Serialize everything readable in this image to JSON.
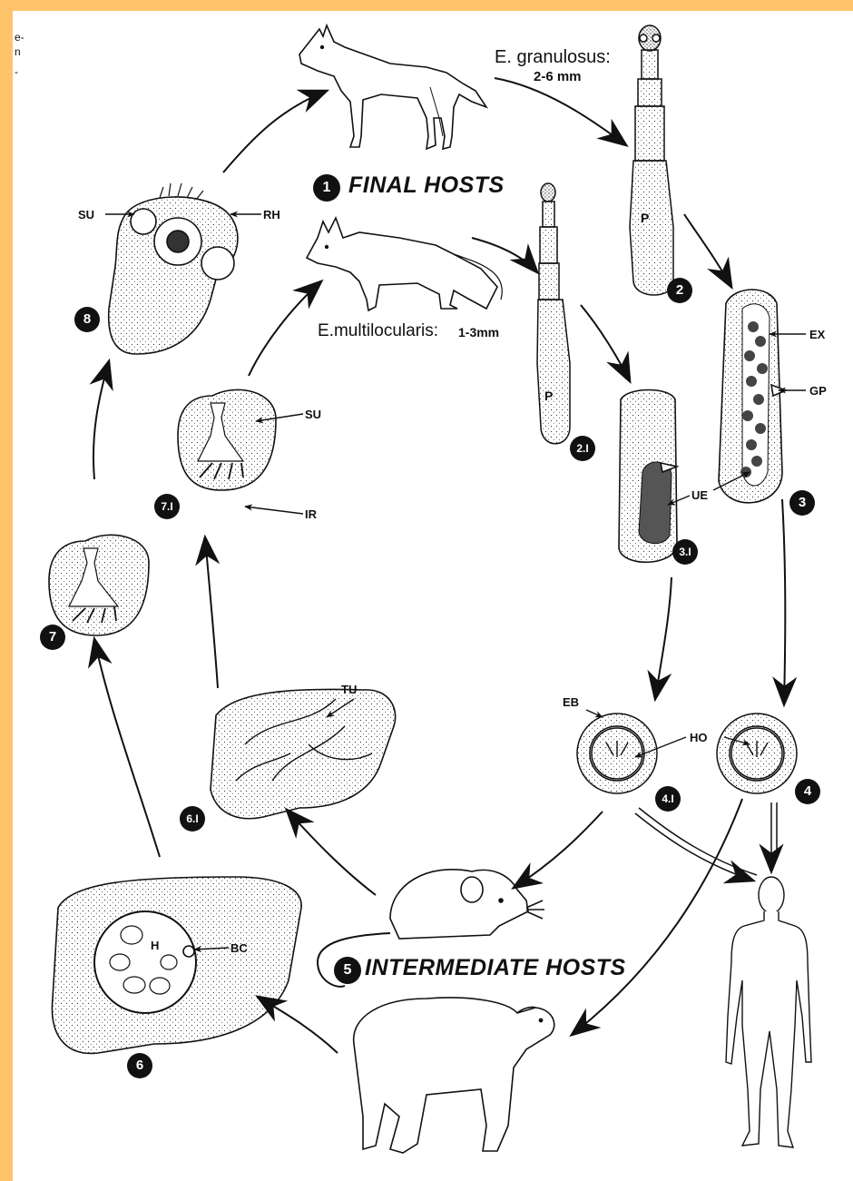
{
  "colors": {
    "border": "#ffc46b",
    "ink": "#111111",
    "paper": "#ffffff"
  },
  "margin_fragments": [
    "e-",
    "n",
    "-"
  ],
  "labels": {
    "final_hosts": "FINAL HOSTS",
    "intermediate_hosts": "INTERMEDIATE HOSTS",
    "e_granulosus": "E. granulosus:",
    "e_granulosus_size": "2-6 mm",
    "e_multilocularis": "E.multilocularis:",
    "e_multilocularis_size": "1-3mm",
    "P": "P",
    "SU": "SU",
    "RH": "RH",
    "EX": "EX",
    "GP": "GP",
    "UE": "UE",
    "IR": "IR",
    "TU": "TU",
    "EB": "EB",
    "HO": "HO",
    "H": "H",
    "BC": "BC"
  },
  "numbers": {
    "n1": "1",
    "n2": "2",
    "n2_1": "2.I",
    "n3": "3",
    "n3_1": "3.I",
    "n4": "4",
    "n4_1": "4.I",
    "n5": "5",
    "n6": "6",
    "n6_1": "6.I",
    "n7": "7",
    "n7_1": "7.I",
    "n8": "8"
  }
}
